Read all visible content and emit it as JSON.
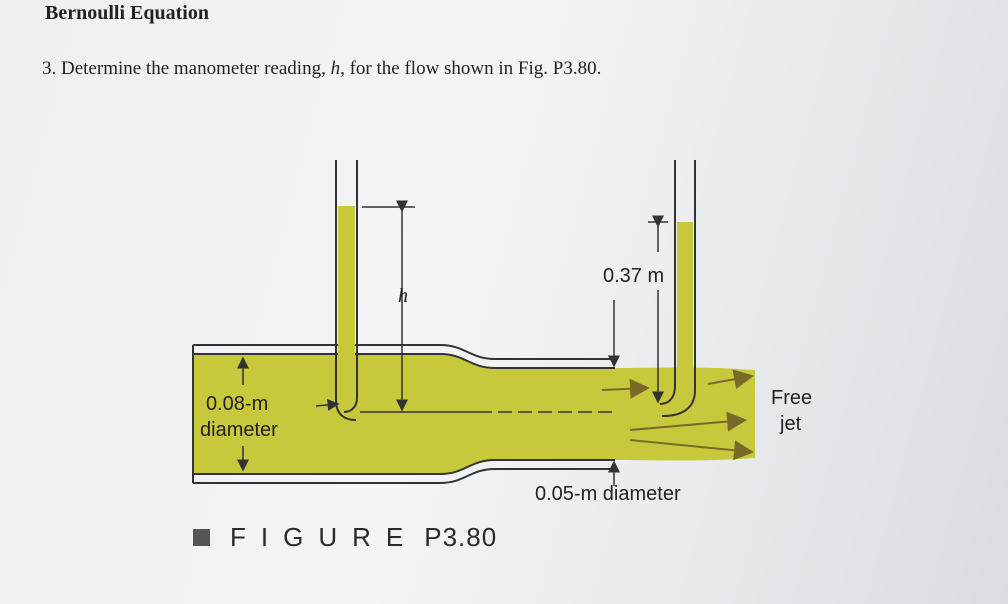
{
  "header": {
    "title": "Bernoulli Equation"
  },
  "question": {
    "number": "3.",
    "text_before": "Determine the manometer reading,",
    "variable": "h",
    "text_after": ", for the flow shown in Fig. P3.80."
  },
  "figure": {
    "label_h": "h",
    "label_037": "0.37 m",
    "label_left_diam_1": "0.08-m",
    "label_left_diam_2": "diameter",
    "label_right_diam": "0.05-m diameter",
    "label_free_1": "Free",
    "label_free_2": "jet",
    "caption_word": "FIGURE",
    "caption_number": "P3.80",
    "colors": {
      "fluid": "#c8c83c",
      "pipe_wall": "#333333",
      "arrow": "#7a6a2a"
    }
  }
}
